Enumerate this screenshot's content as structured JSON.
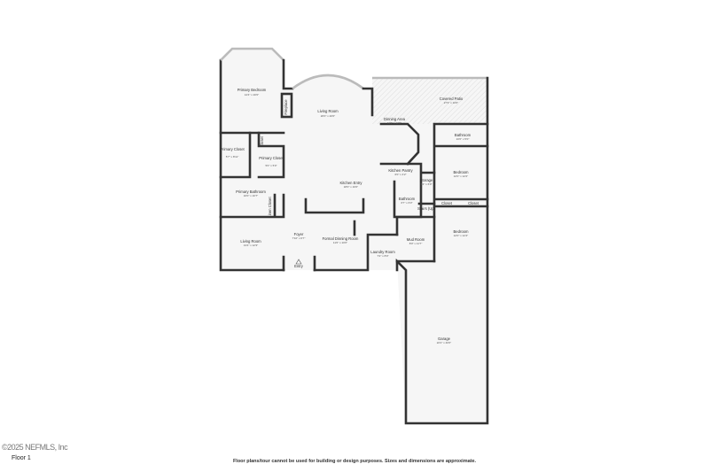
{
  "floor_label": "Floor 1",
  "watermark": "©2025 NEFMLS, Inc",
  "disclaimer": "Floor plans/tour cannot be used for building or design purposes. Sizes and dimensions are approximate.",
  "rooms": [
    {
      "name": "Primary Bedroom",
      "dim": "14'4\" x 20'0\""
    },
    {
      "name": "Fireplace",
      "dim": ""
    },
    {
      "name": "Living Room",
      "dim": "20'0\" x 20'0\""
    },
    {
      "name": "Dinning Area",
      "dim": "11'3\" x 12'0\""
    },
    {
      "name": "Covered Patio",
      "dim": "27'3\" x 10'0\""
    },
    {
      "name": "Bathroom",
      "dim": "10'0\" x 5'0\""
    },
    {
      "name": "Primary Closet",
      "dim": "5'7\" x 8'11\""
    },
    {
      "name": "Closet",
      "dim": ""
    },
    {
      "name": "Primary Closet",
      "dim": "5'0\" x 5'0\""
    },
    {
      "name": "Kitchen Pantry",
      "dim": "6'0\" x 4'2\""
    },
    {
      "name": "Bedroom",
      "dim": "12'0\" x 12'2\""
    },
    {
      "name": "Storage",
      "dim": "3'4\" x 6'0\""
    },
    {
      "name": "Kitchen Entry",
      "dim": "18'0\" x 16'0\""
    },
    {
      "name": "Primary Bathroom",
      "dim": "16'0\" x 16'7\""
    },
    {
      "name": "Bathroom",
      "dim": "6'7\" x 6'3\""
    },
    {
      "name": "Stairs (Up)",
      "dim": ""
    },
    {
      "name": "Closet",
      "dim": ""
    },
    {
      "name": "Closet",
      "dim": ""
    },
    {
      "name": "Linen Closet",
      "dim": ""
    },
    {
      "name": "Foyer",
      "dim": "7'10\" x 6'7\""
    },
    {
      "name": "Living Room",
      "dim": "13'4\" x 12'3\""
    },
    {
      "name": "Formal Dinning Room",
      "dim": "11'6\" x 10'0\""
    },
    {
      "name": "Mud Room",
      "dim": "8'0\" x 11'7\""
    },
    {
      "name": "Bedroom",
      "dim": "12'0\" x 12'4\""
    },
    {
      "name": "Laundry Room",
      "dim": "7'2\" x 8'0\""
    },
    {
      "name": "Entry",
      "dim": ""
    },
    {
      "name": "Garage",
      "dim": "22'2\" x 40'0\""
    }
  ]
}
